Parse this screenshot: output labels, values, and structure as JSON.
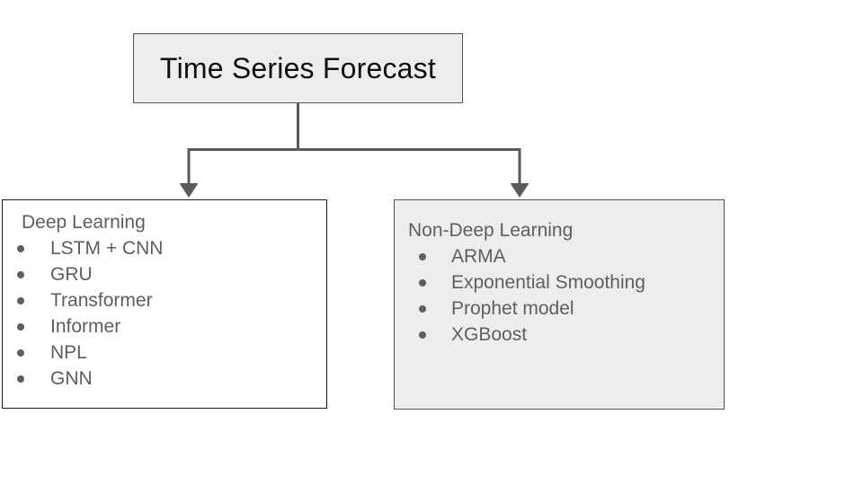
{
  "diagram": {
    "root": {
      "label": "Time Series Forecast"
    },
    "branches": [
      {
        "title": "Deep Learning",
        "items": [
          "LSTM + CNN",
          "GRU",
          "Transformer",
          "Informer",
          "NPL",
          "GNN"
        ]
      },
      {
        "title": "Non-Deep Learning",
        "items": [
          "ARMA",
          "Exponential Smoothing",
          "Prophet model",
          "XGBoost"
        ]
      }
    ],
    "colors": {
      "background": "#ffffff",
      "root_fill": "#ededed",
      "root_border": "#525252",
      "left_fill": "#ffffff",
      "left_border": "#1c1c1c",
      "right_fill": "#ededed",
      "right_border": "#545454",
      "connector": "#595959",
      "body_text": "#5e5e5e",
      "title_text": "#0f0f0f"
    }
  }
}
